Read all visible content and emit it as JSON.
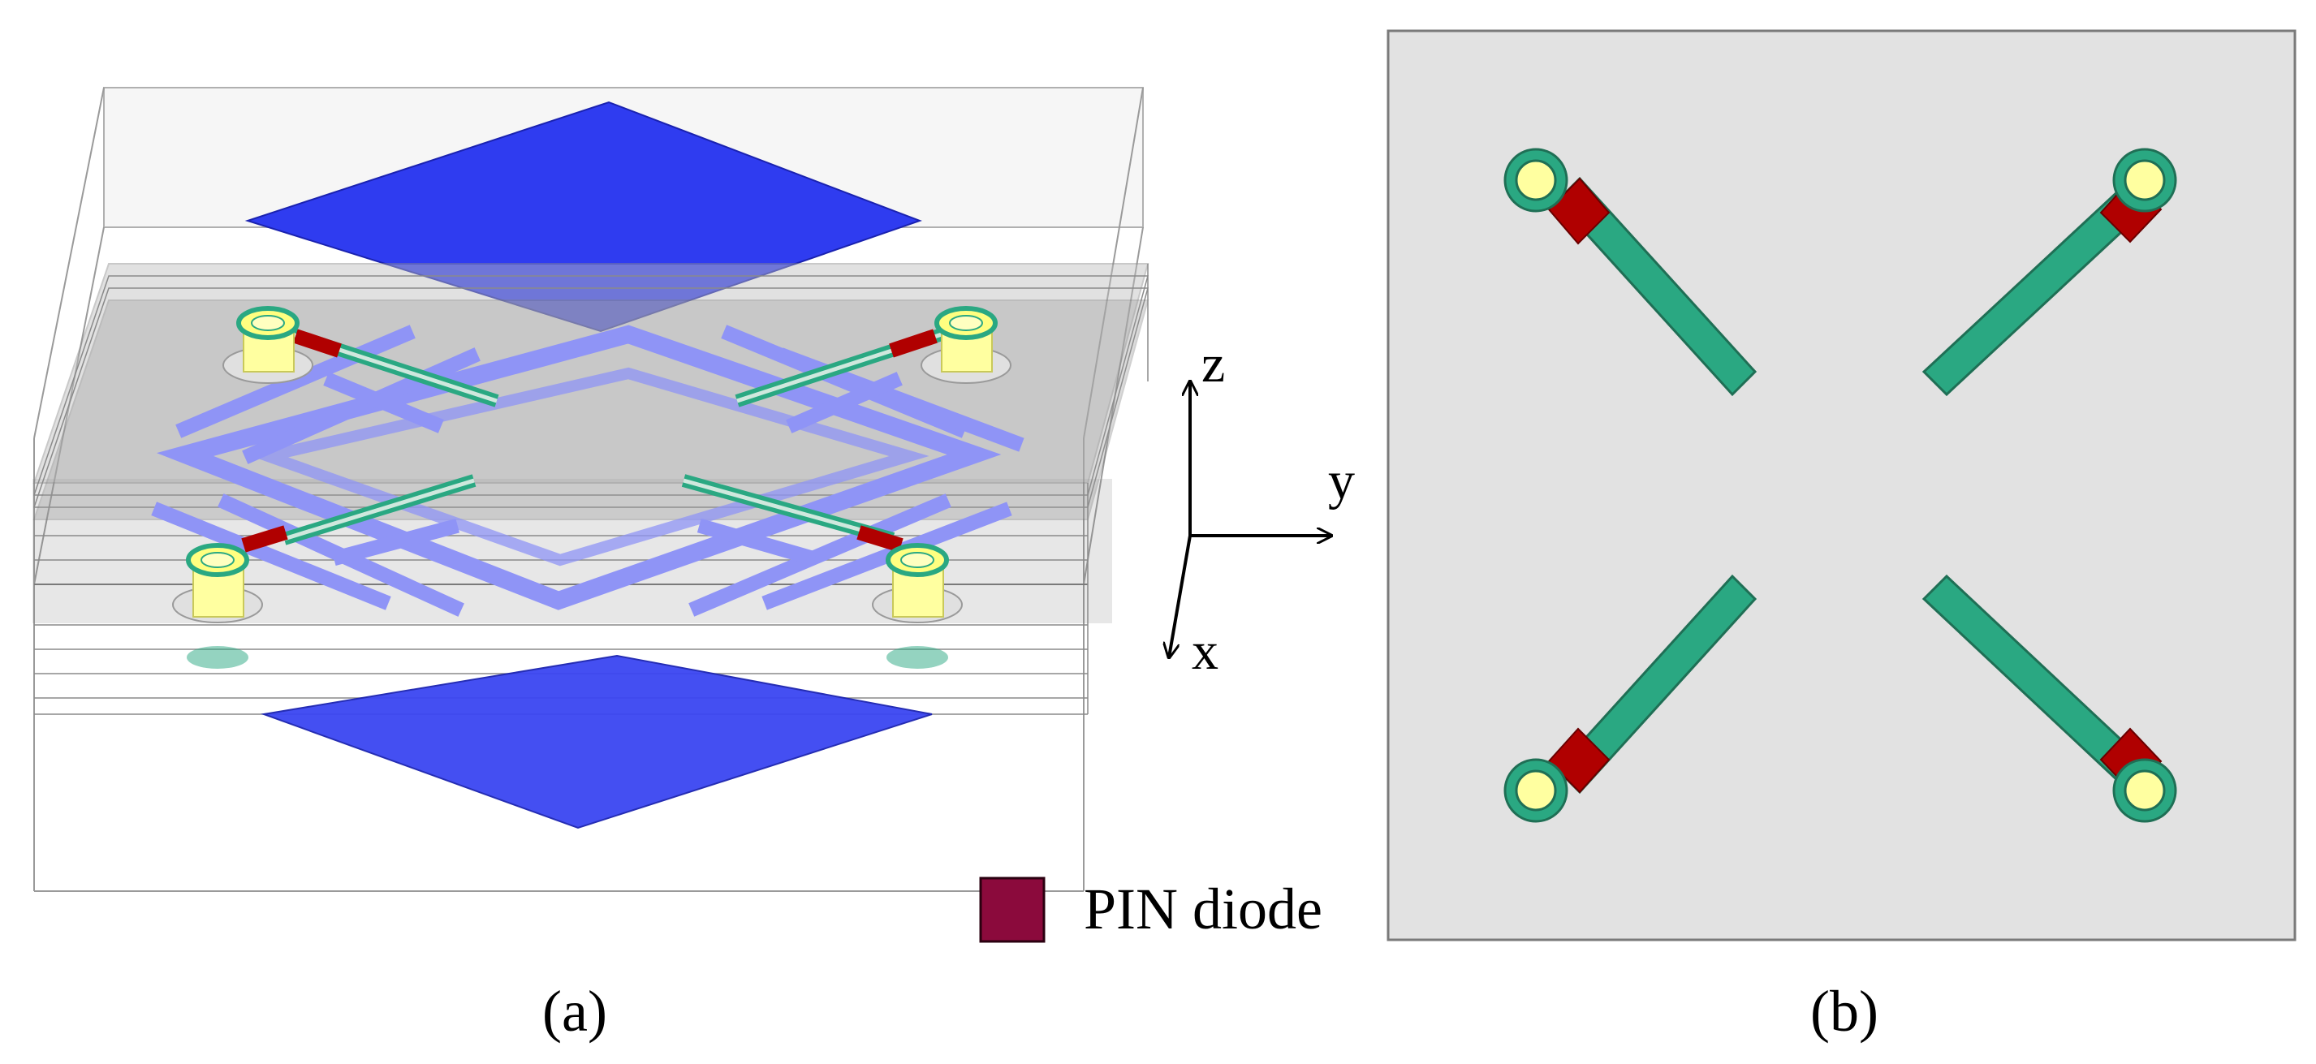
{
  "panel_a": {
    "caption": "(a)",
    "axes": {
      "z": "z",
      "y": "y",
      "x": "x"
    },
    "legend": {
      "swatch_color": "#8b0a3c",
      "label": "PIN diode"
    }
  },
  "panel_b": {
    "caption": "(b)"
  },
  "colors": {
    "patch_blue": "#2f3cf0",
    "trace_lavender": "#8f94f6",
    "feed_green": "#2aa882",
    "pin_red": "#b00000",
    "pad_yellow": "#ffffa0",
    "board_gray": "#e2e2e2"
  },
  "icons": [
    "pin-diode-swatch-icon",
    "axis-arrow-icon",
    "via-pad-icon"
  ]
}
